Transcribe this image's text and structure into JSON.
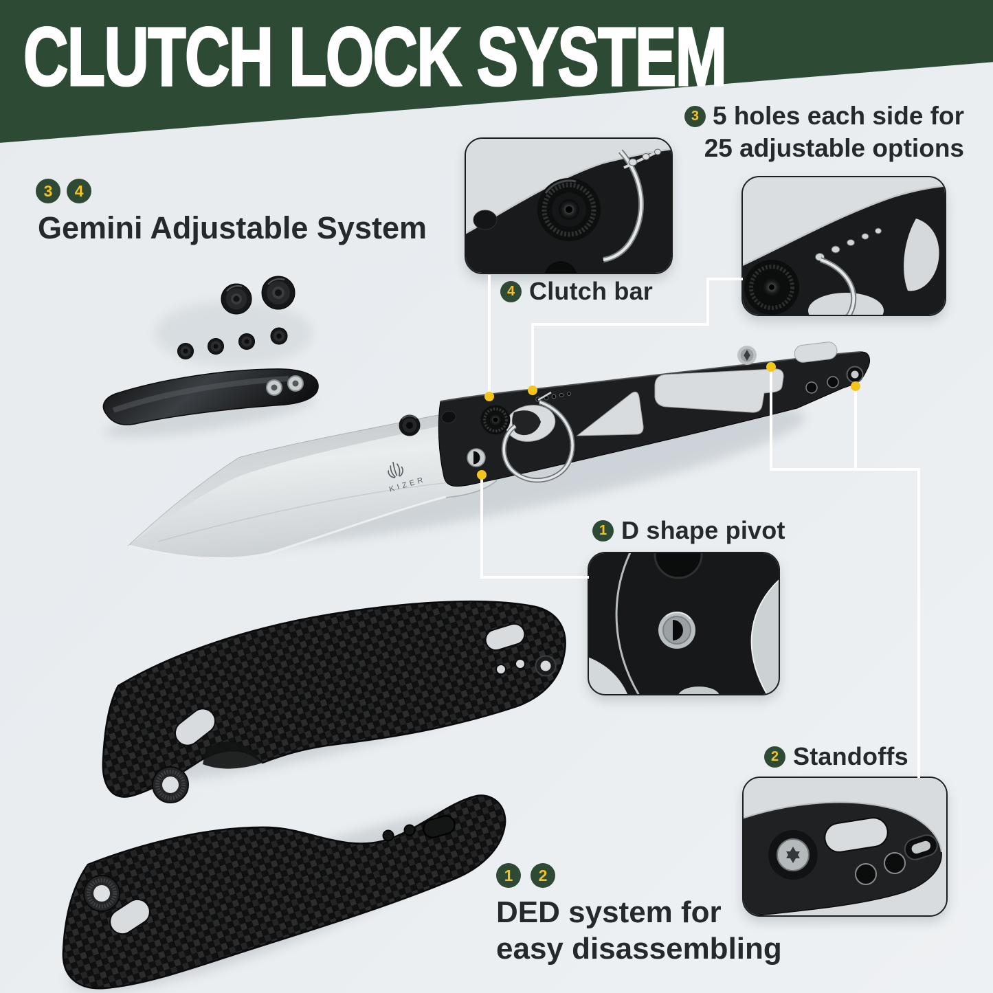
{
  "banner": {
    "title": "CLUTCH LOCK SYSTEM"
  },
  "callouts": {
    "gemini": {
      "badge_a": "3",
      "badge_b": "4",
      "title": "Gemini Adjustable System"
    },
    "holes": {
      "badge": "3",
      "line1": "5 holes each side for",
      "line2": "25 adjustable options"
    },
    "clutch_bar": {
      "badge": "4",
      "label": "Clutch bar"
    },
    "d_pivot": {
      "badge": "1",
      "label": "D shape pivot"
    },
    "standoffs": {
      "badge": "2",
      "label": "Standoffs"
    },
    "ded": {
      "badge_a": "1",
      "badge_b": "2",
      "line1": "DED system for",
      "line2": "easy disassembling"
    }
  },
  "brand": {
    "logo_text": "KIZER"
  },
  "colors": {
    "banner_green": "#2d4a34",
    "badge_green": "#2e4a35",
    "badge_yellow": "#f1c32a",
    "dot_yellow": "#f3c51d",
    "text_dark": "#26292b",
    "background": "#e9edf0",
    "leader_line": "#ffffff"
  }
}
